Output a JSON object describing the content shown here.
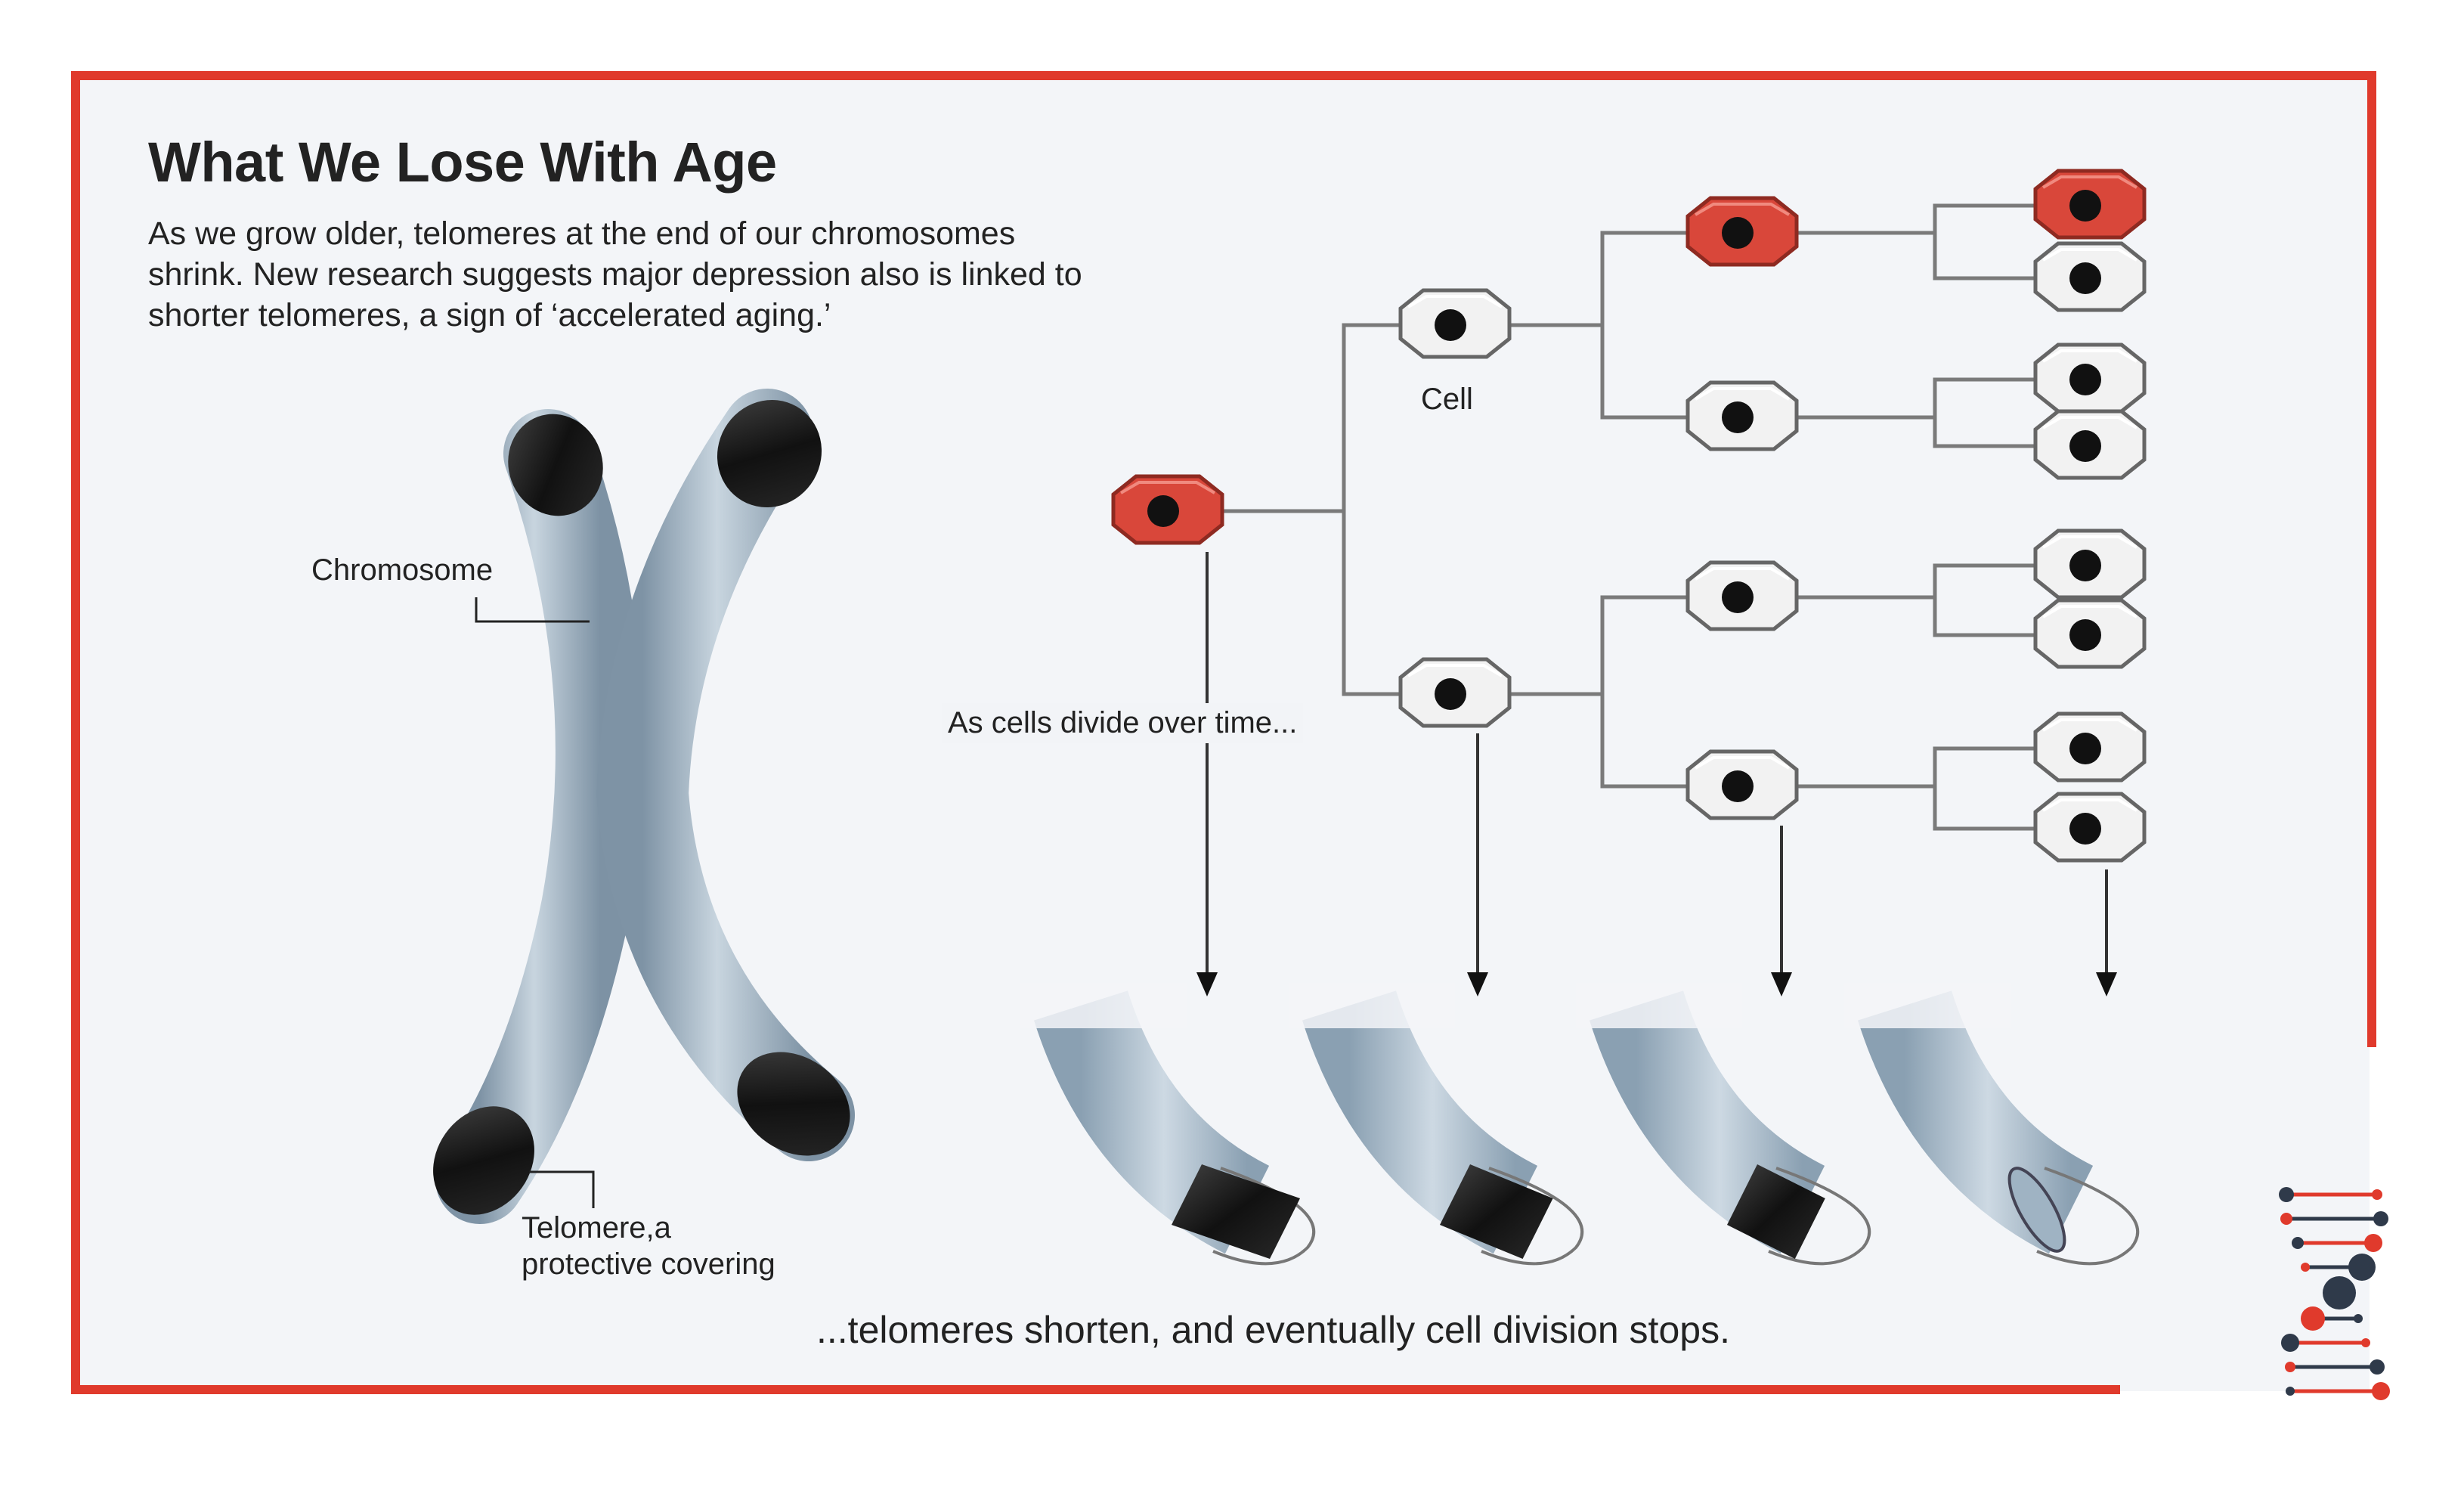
{
  "title": "What We Lose With Age",
  "intro": "As we grow older, telomeres at the end of our chromosomes shrink. New research suggests major depression also is linked to shorter telomeres, a sign of ‘accelerated aging.’",
  "labels": {
    "chromosome": "Chromosome",
    "telomere_line1": "Telomere,a",
    "telomere_line2": "protective covering",
    "cell": "Cell",
    "cells_divide": "As cells divide over time...",
    "conclusion": "...telomeres shorten, and eventually cell division stops."
  },
  "colors": {
    "frame": "#e03a2c",
    "aged_cell": "#d9473a",
    "healthy_cell": "#f2f2f2",
    "nucleus": "#111111",
    "chromosome_body": "#9fb3c3",
    "telomere": "#1c1c1c",
    "line": "#7a7a7a",
    "dna_dark": "#2f3a4a",
    "dna_red": "#e03a2c"
  },
  "icons": [
    "chromosome-illustration",
    "cell-icon",
    "telomere-segment",
    "dna-decoration-icon"
  ],
  "diagram": {
    "cell_states": [
      "aged",
      "healthy",
      "healthy",
      "aged",
      "healthy",
      "healthy",
      "healthy",
      "aged",
      "healthy",
      "healthy",
      "healthy",
      "healthy",
      "healthy",
      "healthy",
      "healthy",
      "aged"
    ],
    "telomere_remaining": [
      1.0,
      0.66,
      0.33,
      0.0
    ]
  }
}
